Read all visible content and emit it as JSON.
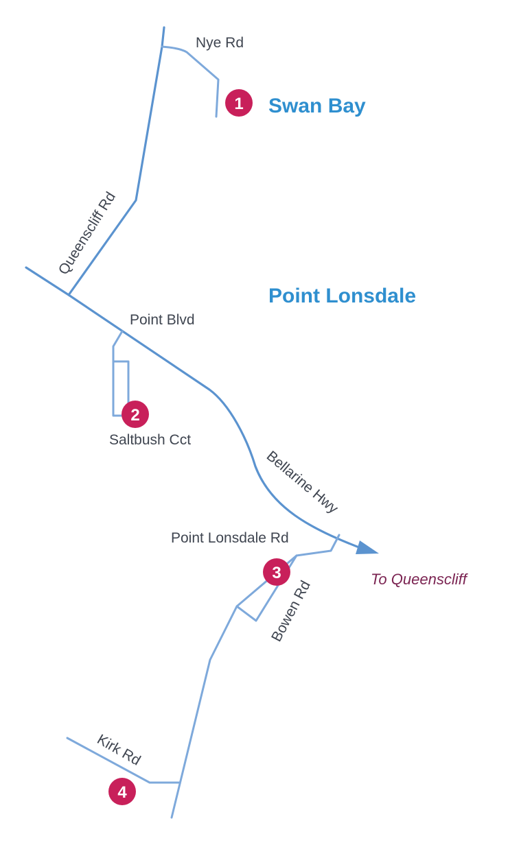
{
  "places": {
    "swan_bay": "Swan Bay",
    "point_lonsdale": "Point Lonsdale"
  },
  "streets": {
    "nye_rd": "Nye Rd",
    "queenscliff_rd": "Queenscliff Rd",
    "point_blvd": "Point Blvd",
    "saltbush_cct": "Saltbush Cct",
    "bellarine_hwy": "Bellarine Hwy",
    "point_lonsdale_rd": "Point Lonsdale Rd",
    "bowen_rd": "Bowen Rd",
    "kirk_rd": "Kirk Rd"
  },
  "destination": "To Queenscliff",
  "markers": [
    "1",
    "2",
    "3",
    "4"
  ],
  "colors": {
    "road": "#5b93cf",
    "minor_road": "#7ea9db",
    "marker": "#c8205a",
    "place_label": "#2f8fcf",
    "destination_label": "#7b2452",
    "street_label": "#3f4550"
  }
}
